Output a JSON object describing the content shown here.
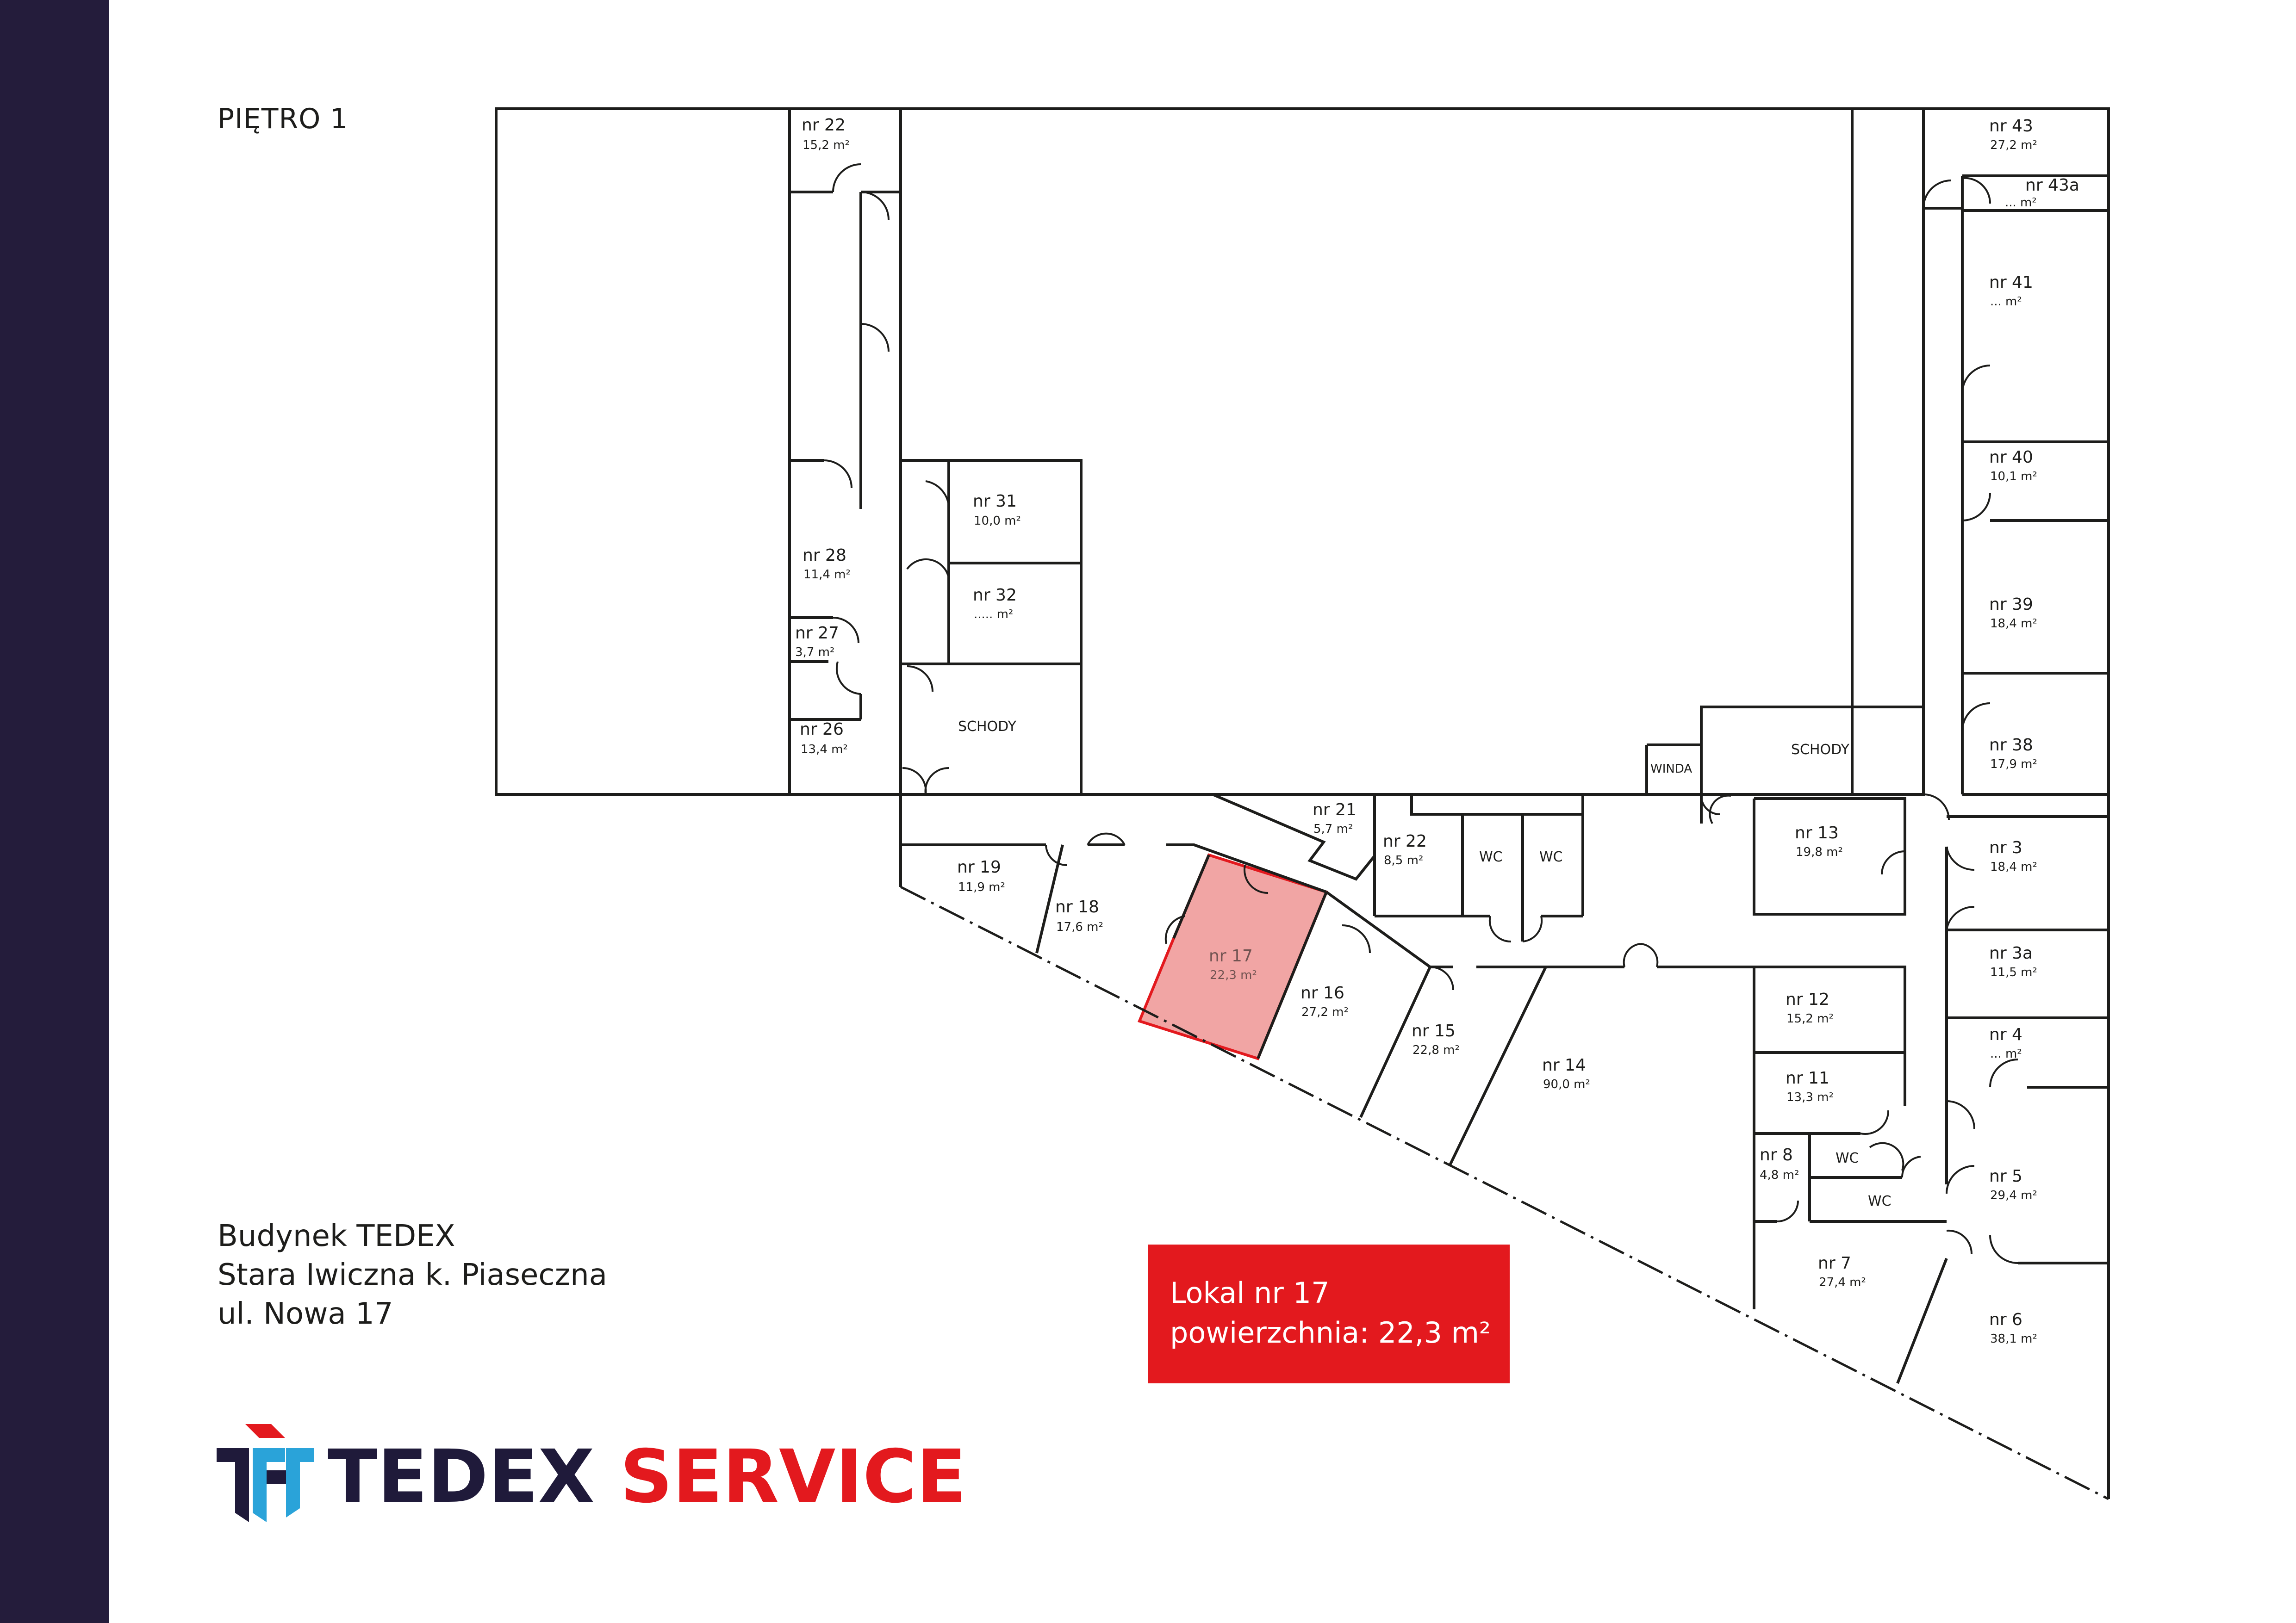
{
  "floor_title": "PIĘTRO 1",
  "address": [
    "Budynek TEDEX",
    "Stara Iwiczna k. Piaseczna",
    "ul. Nowa 17"
  ],
  "unit_box": {
    "line1": "Lokal nr 17",
    "line2": "powierzchnia: 22,3 m²"
  },
  "logo": {
    "word1": "TEDEX",
    "word2": "SERVICE"
  },
  "colors": {
    "sidebar": "#241c3b",
    "accent_red": "#e3191e",
    "highlight_room": "#f1a5a4",
    "logo_navy": "#1f1a3a",
    "logo_blue": "#2aa3d9"
  },
  "rooms": [
    {
      "id": "22a",
      "name": "nr 22",
      "area": "15,2 m²"
    },
    {
      "id": "31",
      "name": "nr 31",
      "area": "10,0 m²"
    },
    {
      "id": "28",
      "name": "nr 28",
      "area": "11,4 m²"
    },
    {
      "id": "32",
      "name": "nr 32",
      "area": "..... m²"
    },
    {
      "id": "27",
      "name": "nr 27",
      "area": "3,7 m²"
    },
    {
      "id": "26",
      "name": "nr 26",
      "area": "13,4 m²"
    },
    {
      "id": "21",
      "name": "nr 21",
      "area": "5,7 m²"
    },
    {
      "id": "22b",
      "name": "nr 22",
      "area": "8,5 m²"
    },
    {
      "id": "19",
      "name": "nr 19",
      "area": "11,9 m²"
    },
    {
      "id": "18",
      "name": "nr 18",
      "area": "17,6 m²"
    },
    {
      "id": "17",
      "name": "nr 17",
      "area": "22,3 m²"
    },
    {
      "id": "16",
      "name": "nr 16",
      "area": "27,2 m²"
    },
    {
      "id": "15",
      "name": "nr 15",
      "area": "22,8 m²"
    },
    {
      "id": "14",
      "name": "nr 14",
      "area": "90,0 m²"
    },
    {
      "id": "13",
      "name": "nr 13",
      "area": "19,8 m²"
    },
    {
      "id": "12",
      "name": "nr 12",
      "area": "15,2 m²"
    },
    {
      "id": "11",
      "name": "nr 11",
      "area": "13,3 m²"
    },
    {
      "id": "8",
      "name": "nr 8",
      "area": "4,8 m²"
    },
    {
      "id": "7",
      "name": "nr 7",
      "area": "27,4 m²"
    },
    {
      "id": "6",
      "name": "nr 6",
      "area": "38,1 m²"
    },
    {
      "id": "5",
      "name": "nr 5",
      "area": "29,4 m²"
    },
    {
      "id": "4",
      "name": "nr 4",
      "area": "... m²"
    },
    {
      "id": "3a",
      "name": "nr 3a",
      "area": "11,5 m²"
    },
    {
      "id": "3",
      "name": "nr 3",
      "area": "18,4 m²"
    },
    {
      "id": "38",
      "name": "nr 38",
      "area": "17,9 m²"
    },
    {
      "id": "39",
      "name": "nr 39",
      "area": "18,4 m²"
    },
    {
      "id": "40",
      "name": "nr 40",
      "area": "10,1 m²"
    },
    {
      "id": "41",
      "name": "nr 41",
      "area": "... m²"
    },
    {
      "id": "43a",
      "name": "nr 43a",
      "area": "... m²"
    },
    {
      "id": "43",
      "name": "nr 43",
      "area": "27,2 m²"
    }
  ],
  "tags": {
    "stairs_left": "SCHODY",
    "stairs_right": "SCHODY",
    "elevator": "WINDA",
    "wc1": "WC",
    "wc2": "WC",
    "wc3": "WC",
    "wc4": "WC"
  }
}
